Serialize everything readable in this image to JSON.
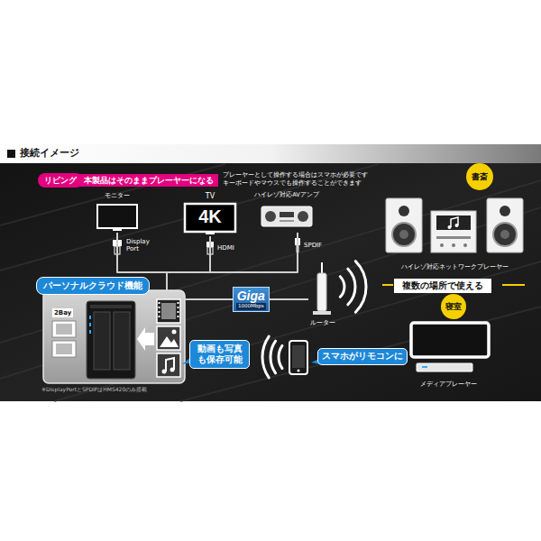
{
  "diagram": {
    "title": "接続イメージ",
    "nodes": [
      {
        "text": [
          "リビング"
        ]
      },
      {
        "text": [
          "本製品はそのままプレーヤーになる"
        ]
      },
      {
        "text": [
          "書斎"
        ]
      },
      {
        "text": [
          "モニター"
        ]
      },
      {
        "text": [
          "TV",
          "4K"
        ]
      },
      {
        "text": [
          "ハイレゾ対応AVアンプ"
        ]
      },
      {
        "text": [
          "ハイレゾ対応ネットワークプレーヤー"
        ]
      },
      {
        "text": [
          "パーソナルクラウド機能"
        ]
      },
      {
        "text": [
          "2Bay"
        ],
        "in": 7
      },
      {
        "text": [
          "Giga",
          "1000Mbps"
        ]
      },
      {
        "text": [
          "ルーター"
        ]
      },
      {
        "text": [
          "複数の場所で使える"
        ]
      },
      {
        "text": [
          "寝室"
        ]
      },
      {
        "text": [
          "メディアプレーヤー"
        ]
      },
      {
        "text": [
          "動画も写真も保存可能"
        ]
      },
      {
        "text": [
          "スマホがリモコンに"
        ]
      }
    ],
    "edges": [
      {
        "from": 3,
        "to": 7,
        "arrow": "none"
      },
      {
        "from": 4,
        "to": 7,
        "arrow": "none"
      },
      {
        "from": 5,
        "to": 7,
        "arrow": "none"
      },
      {
        "from": 7,
        "to": 9,
        "arrow": "none"
      },
      {
        "from": 9,
        "to": 10,
        "arrow": "none"
      }
    ],
    "labels": [
      "プレーヤーとして操作する場合はスマホが必要です",
      "キーボードやマウスでも操作することができます",
      "Display Port",
      "HDMI",
      "SPDIF",
      "※DisplayPortとSPDIFはHMS420のみ搭載"
    ]
  }
}
